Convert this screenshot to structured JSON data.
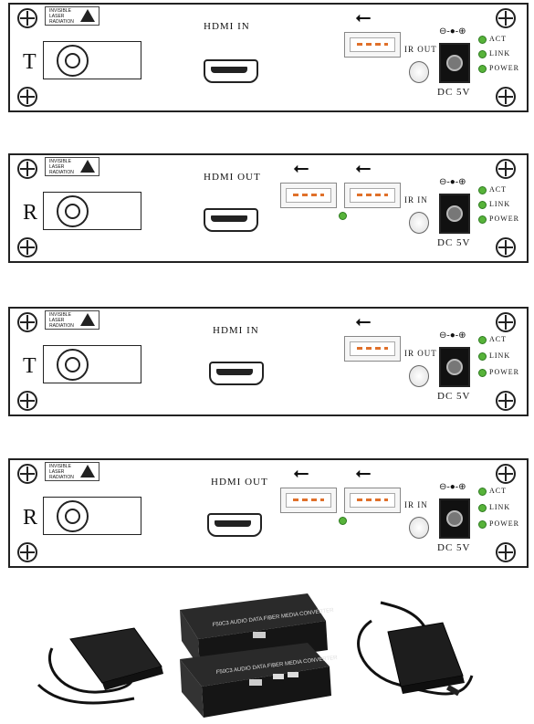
{
  "panels": [
    {
      "letter": "T",
      "port_label": "HDMI IN",
      "ir_label": "IR OUT",
      "dc_label": "DC 5V",
      "usb_count": 1,
      "warn": "INVISIBLE LASER RADIATION",
      "leds": [
        "ACT",
        "LINK",
        "POWER"
      ]
    },
    {
      "letter": "R",
      "port_label": "HDMI OUT",
      "ir_label": "IR IN",
      "dc_label": "DC 5V",
      "usb_count": 2,
      "warn": "INVISIBLE LASER RADIATION",
      "leds": [
        "ACT",
        "LINK",
        "POWER"
      ]
    },
    {
      "letter": "T",
      "port_label": "HDMI IN",
      "ir_label": "IR OUT",
      "dc_label": "DC 5V",
      "usb_count": 1,
      "warn": "INVISIBLE LASER RADIATION",
      "leds": [
        "ACT",
        "LINK",
        "POWER"
      ]
    },
    {
      "letter": "R",
      "port_label": "HDMI OUT",
      "ir_label": "IR IN",
      "dc_label": "DC 5V",
      "usb_count": 2,
      "warn": "INVISIBLE LASER RADIATION",
      "leds": [
        "ACT",
        "LINK",
        "POWER"
      ]
    }
  ],
  "usb_symbol": "⭠",
  "polarity": "⊖-●-⊕",
  "photo": {
    "device_top": "F50C3 AUDIO DATA FIBER MEDIA CONVERTER",
    "device_bottom": "F50C3 AUDIO DATA FIBER MEDIA CONVERTER"
  },
  "colors": {
    "led": "#57b33a",
    "usb_pins": "#e0702a"
  }
}
